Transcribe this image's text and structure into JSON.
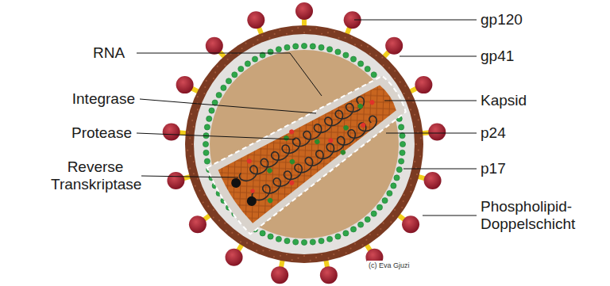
{
  "diagram": {
    "labels": [
      "RNA",
      "Integrase",
      "Protease",
      "Reverse Transkriptase",
      "gp120",
      "gp41",
      "Kapsid",
      "p24",
      "p17",
      "Phospholipid-Doppelschicht",
      "(c) Eva Gjuzi"
    ]
  }
}
